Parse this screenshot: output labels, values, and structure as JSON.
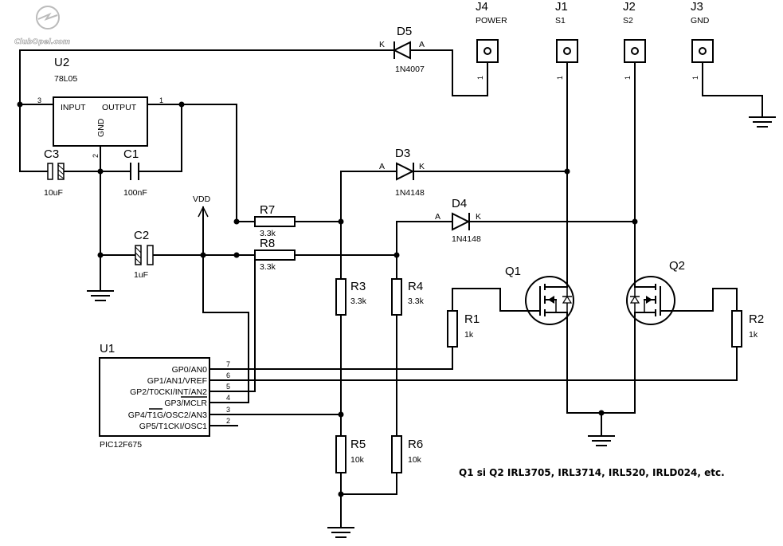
{
  "logo": {
    "text": "ClubOpel.com"
  },
  "connectors": {
    "J4": {
      "ref": "J4",
      "name": "POWER",
      "pin": "1"
    },
    "J1": {
      "ref": "J1",
      "name": "S1",
      "pin": "1"
    },
    "J2": {
      "ref": "J2",
      "name": "S2",
      "pin": "1"
    },
    "J3": {
      "ref": "J3",
      "name": "GND",
      "pin": "1"
    }
  },
  "regulator": {
    "ref": "U2",
    "part": "78L05",
    "input_label": "INPUT",
    "output_label": "OUTPUT",
    "gnd_label": "GND",
    "pin_in": "3",
    "pin_out": "1",
    "pin_gnd": "2"
  },
  "diodes": {
    "D5": {
      "ref": "D5",
      "part": "1N4007",
      "k": "K",
      "a": "A"
    },
    "D3": {
      "ref": "D3",
      "part": "1N4148",
      "k": "K",
      "a": "A"
    },
    "D4": {
      "ref": "D4",
      "part": "1N4148",
      "k": "K",
      "a": "A"
    }
  },
  "capacitors": {
    "C3": {
      "ref": "C3",
      "value": "10uF"
    },
    "C1": {
      "ref": "C1",
      "value": "100nF"
    },
    "C2": {
      "ref": "C2",
      "value": "1uF"
    }
  },
  "resistors": {
    "R7": {
      "ref": "R7",
      "value": "3.3k"
    },
    "R8": {
      "ref": "R8",
      "value": "3.3k"
    },
    "R3": {
      "ref": "R3",
      "value": "3.3k"
    },
    "R4": {
      "ref": "R4",
      "value": "3.3k"
    },
    "R1": {
      "ref": "R1",
      "value": "1k"
    },
    "R2": {
      "ref": "R2",
      "value": "1k"
    },
    "R5": {
      "ref": "R5",
      "value": "10k"
    },
    "R6": {
      "ref": "R6",
      "value": "10k"
    }
  },
  "vdd": "VDD",
  "transistors": {
    "Q1": "Q1",
    "Q2": "Q2"
  },
  "mcu": {
    "ref": "U1",
    "part": "PIC12F675",
    "pins": [
      {
        "name": "GP0/AN0",
        "num": "7"
      },
      {
        "name": "GP1/AN1/VREF",
        "num": "6"
      },
      {
        "name": "GP2/T0CKI/INT/AN2",
        "num": "5"
      },
      {
        "name": "GP3/MCLR",
        "num": "4"
      },
      {
        "name": "GP4/T1G/OSC2/AN3",
        "num": "3"
      },
      {
        "name": "GP5/T1CKI/OSC1",
        "num": "2"
      }
    ]
  },
  "note": "Q1 si Q2 IRL3705, IRL3714, IRL520, IRLD024, etc."
}
